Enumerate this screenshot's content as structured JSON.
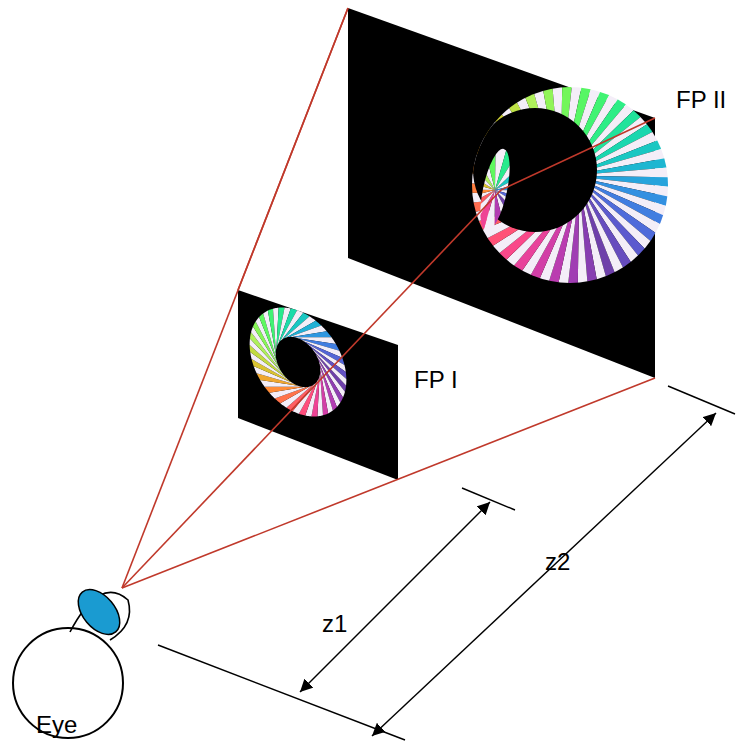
{
  "diagram": {
    "labels": [
      "FP II",
      "FP I",
      "z1",
      "z2",
      "Eye"
    ]
  }
}
